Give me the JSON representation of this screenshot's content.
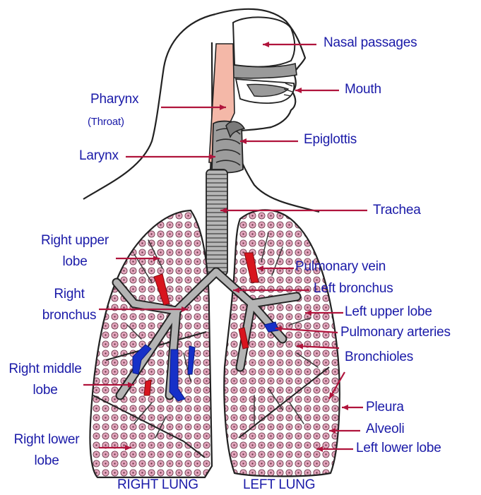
{
  "labels": {
    "nasal_passages": "Nasal passages",
    "mouth": "Mouth",
    "pharynx": "Pharynx",
    "throat": "(Throat)",
    "larynx": "Larynx",
    "epiglottis": "Epiglottis",
    "trachea": "Trachea",
    "right_upper_lobe_1": "Right upper",
    "right_upper_lobe_2": "lobe",
    "right_bronchus_1": "Right",
    "right_bronchus_2": "bronchus",
    "right_middle_lobe_1": "Right middle",
    "right_middle_lobe_2": "lobe",
    "right_lower_lobe_1": "Right lower",
    "right_lower_lobe_2": "lobe",
    "pulmonary_vein": "Pulmonary vein",
    "left_bronchus": "Left bronchus",
    "left_upper_lobe": "Left upper lobe",
    "pulmonary_arteries": "Pulmonary arteries",
    "bronchioles": "Bronchioles",
    "pleura": "Pleura",
    "alveoli": "Alveoli",
    "left_lower_lobe": "Left lower lobe",
    "right_lung": "RIGHT LUNG",
    "left_lung": "LEFT LUNG"
  },
  "colors": {
    "label_text": "#1a1aa8",
    "pointer": "#b0143c",
    "outline": "#222222",
    "pharynx_fill": "#f4b8a8",
    "alveoli": "#e3a6bd",
    "artery": "#1630c8",
    "vein": "#d8141e",
    "airway": "#a8a8a8"
  }
}
